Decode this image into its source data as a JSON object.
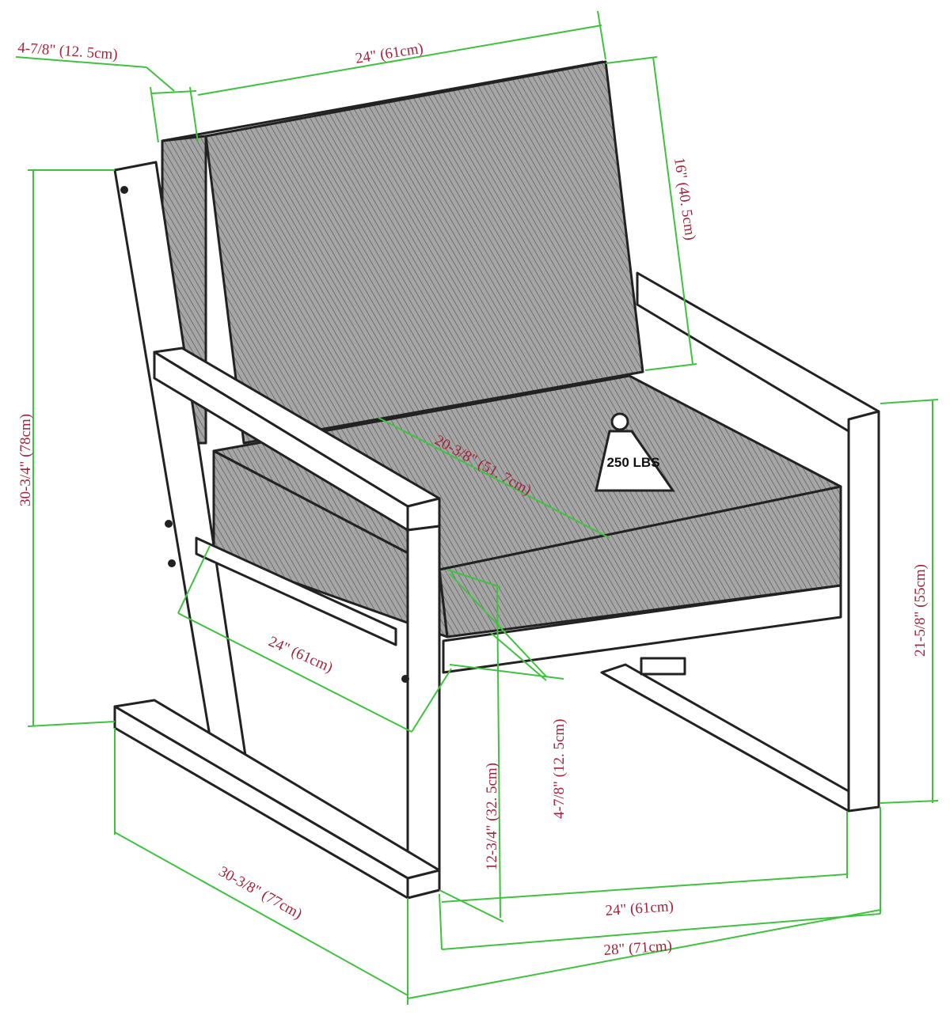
{
  "figure": {
    "subject": "Armchair dimension drawing",
    "weight_capacity": "250 LBS"
  },
  "dimensions": {
    "back_depth": "4-7/8\" (12. 5cm)",
    "back_width": "24\" (61cm)",
    "back_height": "16\" (40. 5cm)",
    "overall_height": "30-3/4\" (78cm)",
    "seat_depth": "20-3/8\" (51. 7cm)",
    "arm_height": "21-5/8\" (55cm)",
    "seat_width": "24\" (61cm)",
    "seat_height": "12-3/4\" (32. 5cm)",
    "cushion_thickness": "4-7/8\" (12. 5cm)",
    "overall_depth": "30-3/8\" (77cm)",
    "inner_width": "24\" (61cm)",
    "overall_width": "28\" (71cm)"
  },
  "colors": {
    "dimension_line": "#3fc23f",
    "dimension_text": "#a3243a",
    "outline": "#222222",
    "cushion_fill": "#9a9a9a"
  }
}
